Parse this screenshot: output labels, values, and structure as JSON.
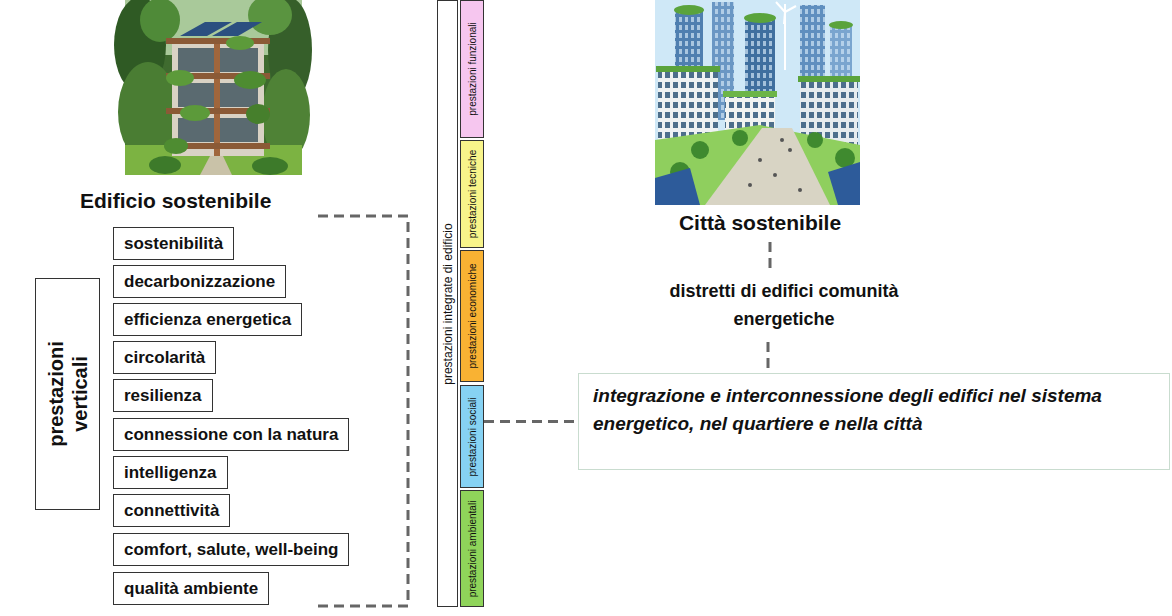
{
  "diagram": {
    "nodes": [
      {
        "text": [
          "sostenibilità"
        ]
      },
      {
        "text": [
          "decarbonizzazione"
        ]
      },
      {
        "text": [
          "efficienza energetica"
        ]
      },
      {
        "text": [
          "circolarità"
        ]
      },
      {
        "text": [
          "resilienza"
        ]
      },
      {
        "text": [
          "connessione con la natura"
        ]
      },
      {
        "text": [
          "intelligenza"
        ]
      },
      {
        "text": [
          "connettività"
        ]
      },
      {
        "text": [
          "comfort, salute, well-being"
        ]
      },
      {
        "text": [
          "qualità ambiente"
        ]
      },
      {
        "text": [
          "prestazioni verticali"
        ]
      },
      {
        "text": [
          "prestazioni integrate di edificio"
        ]
      },
      {
        "text": [
          "prestazioni funzionali"
        ]
      },
      {
        "text": [
          "prestazioni tecniche"
        ]
      },
      {
        "text": [
          "prestazioni economiche"
        ]
      },
      {
        "text": [
          "prestazioni sociali"
        ]
      },
      {
        "text": [
          "prestazioni ambientali"
        ]
      },
      {
        "text": [
          "integrazione e interconnessione degli edifici nel sistema energetico, nel quartiere e nella città"
        ]
      }
    ],
    "edges": [
      {
        "from": 15,
        "to": 17,
        "arrow": "none"
      }
    ],
    "labels": [
      "Edificio sostenibile",
      "Città sostenibile",
      "distretti di edifici comunità energetiche"
    ]
  }
}
